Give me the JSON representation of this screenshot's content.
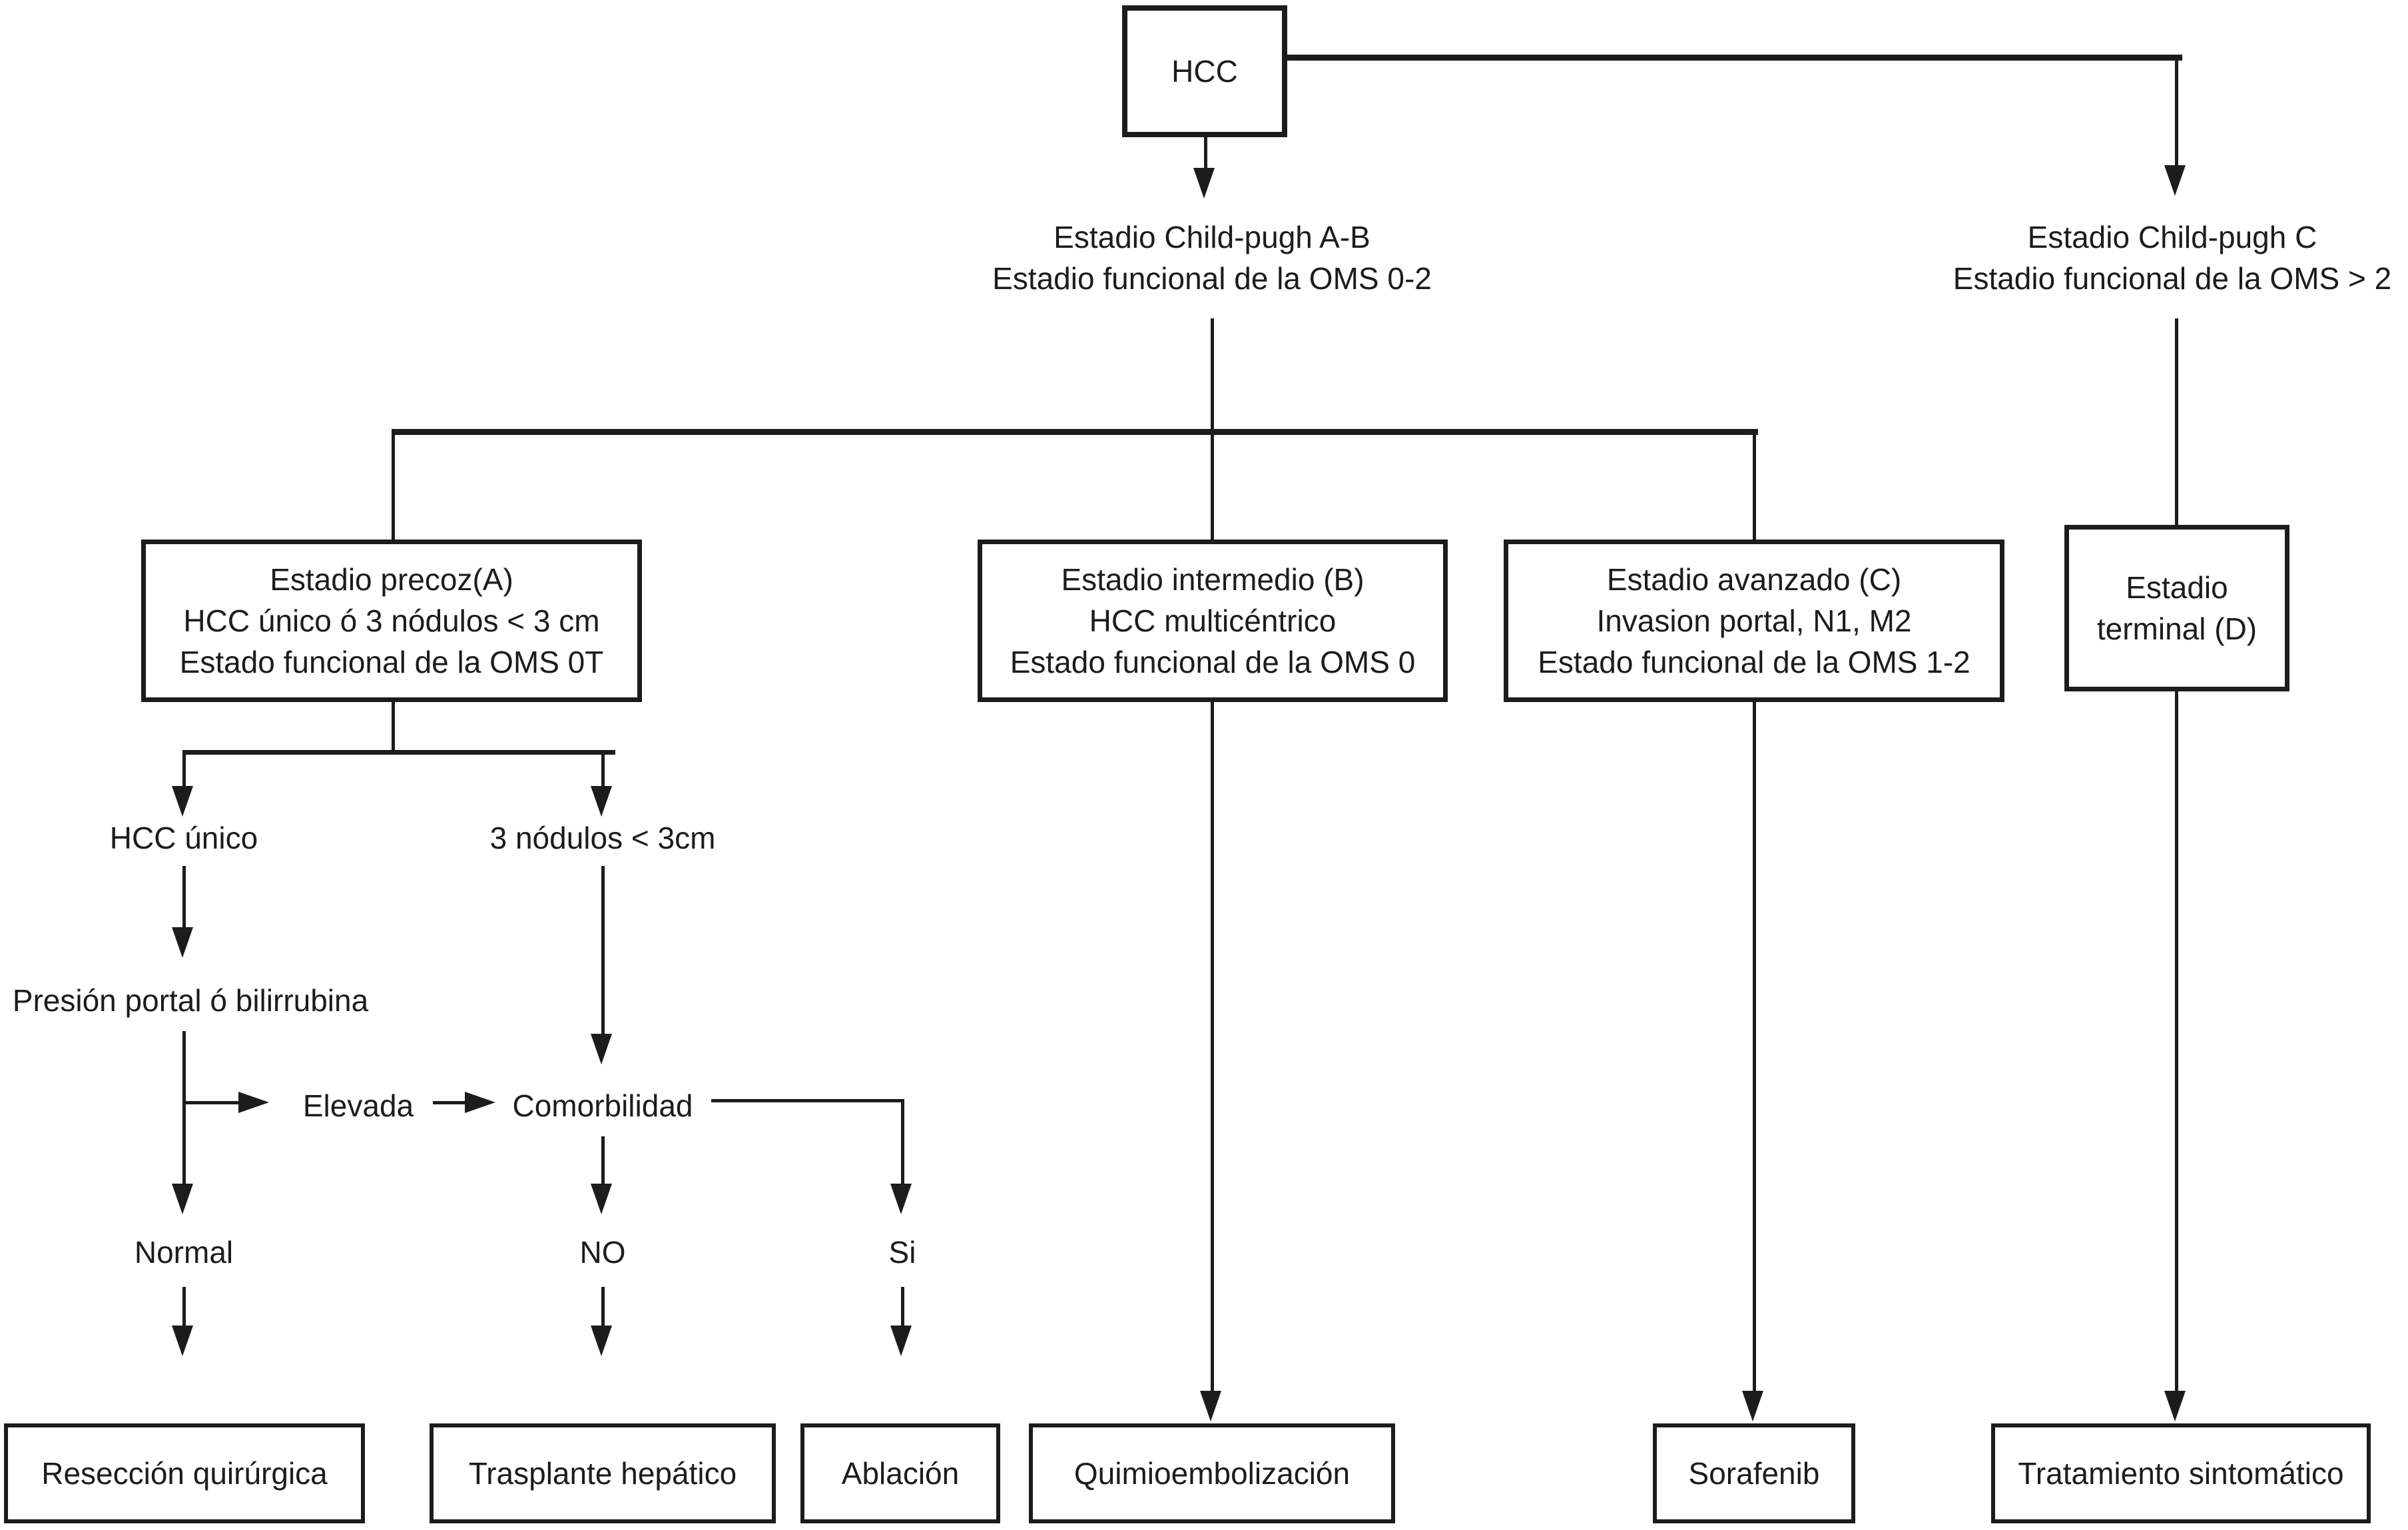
{
  "diagram": {
    "root": "HCC",
    "branches": {
      "child_pugh_ab": "Estadio Child-pugh A-B\nEstadio funcional de la OMS 0-2",
      "child_pugh_c": "Estadio Child-pugh C\nEstadio funcional de la OMS > 2"
    },
    "stages": {
      "precoz": "Estadio precoz(A)\nHCC único ó 3 nódulos < 3 cm\nEstado funcional de la OMS 0T",
      "intermedio": "Estadio intermedio (B)\nHCC multicéntrico\nEstado funcional de la OMS 0",
      "avanzado": "Estadio avanzado (C)\nInvasion portal, N1, M2\nEstado funcional de la OMS 1-2",
      "terminal": "Estadio\nterminal (D)"
    },
    "decisions": {
      "hcc_unico": "HCC único",
      "tres_nodulos": "3 nódulos < 3cm",
      "presion_portal": "Presión portal ó bilirrubina",
      "elevada": "Elevada",
      "comorbilidad": "Comorbilidad",
      "normal": "Normal",
      "no": "NO",
      "si": "Si"
    },
    "treatments": {
      "reseccion": "Resección quirúrgica",
      "trasplante": "Trasplante hepático",
      "ablacion": "Ablación",
      "quimioembolizacion": "Quimioembolización",
      "sorafenib": "Sorafenib",
      "tratamiento_sintomatico": "Tratamiento sintomático"
    },
    "colors": {
      "line": "#1c1c1c",
      "text": "#1c1c1c",
      "background": "#ffffff"
    }
  }
}
